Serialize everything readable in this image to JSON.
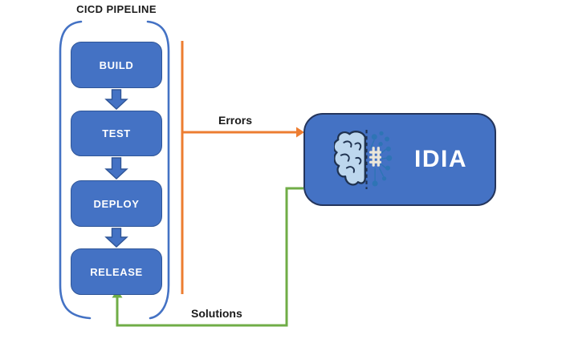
{
  "title": "CICD PIPELINE",
  "pipeline": {
    "stages": [
      {
        "label": "BUILD"
      },
      {
        "label": "TEST"
      },
      {
        "label": "DEPLOY"
      },
      {
        "label": "RELEASE"
      }
    ]
  },
  "flows": {
    "errors_label": "Errors",
    "solutions_label": "Solutions"
  },
  "idia": {
    "label": "IDIA",
    "icon": "ai-brain-icon"
  },
  "colors": {
    "box_fill": "#4472C4",
    "box_border": "#2F5597",
    "idia_border": "#24355C",
    "bracket": "#4472C4",
    "error": "#ED7D31",
    "solution": "#70AD47",
    "brain_fill": "#BDD7EE",
    "brain_outline": "#1F3250",
    "circuit": "#2E74B5",
    "grid": "#EAE6D9",
    "text_on_blue": "#FFFFFF",
    "label_text": "#1A1A1A"
  }
}
